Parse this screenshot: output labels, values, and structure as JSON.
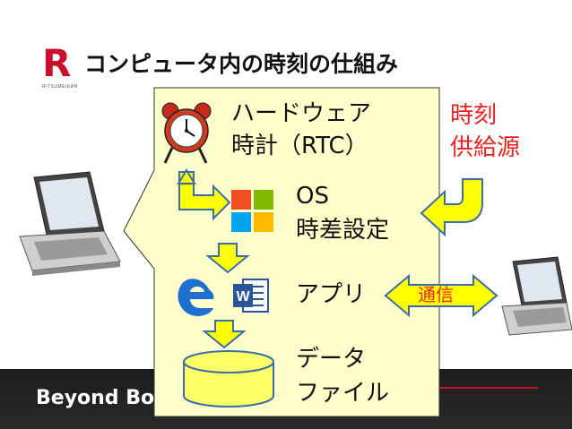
{
  "header": {
    "logo_letter": "R",
    "logo_sub": "RITSUMEIKAN",
    "title": "コンピュータ内の時刻の仕組み"
  },
  "footer": {
    "text": "Beyond Borders"
  },
  "diagram": {
    "hardware_clock": {
      "line1": "ハードウェア",
      "line2": "時計（RTC）"
    },
    "os": {
      "line1": "OS",
      "line2": "時差設定"
    },
    "app": {
      "label": "アプリ"
    },
    "data_file": {
      "line1": "データ",
      "line2": "ファイル"
    },
    "time_source": {
      "line1": "時刻",
      "line2": "供給源"
    },
    "communication": {
      "label": "通信"
    }
  },
  "colors": {
    "callout_fill": "#ffffcc",
    "arrow_fill": "#ffff00",
    "arrow_stroke": "#3b6ea8",
    "cylinder_fill": "#ffff66",
    "accent_red": "#e8231f",
    "brand_red": "#c8102e",
    "footer_bg": "#1c1c1c"
  },
  "icons": [
    "alarm-clock-icon",
    "windows-logo-icon",
    "edge-browser-icon",
    "word-document-icon",
    "laptop-icon"
  ]
}
